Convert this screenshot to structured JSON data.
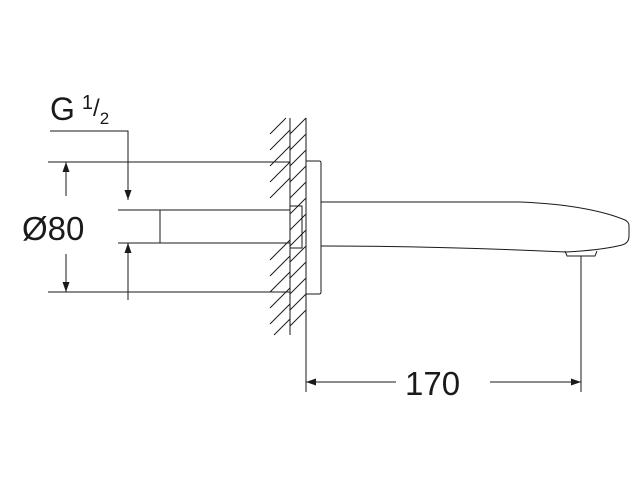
{
  "drawing": {
    "thread_label": {
      "prefix": "G",
      "numerator": "1",
      "slash": "/",
      "denominator": "2"
    },
    "diameter_label": "Ø80",
    "length_label": "170",
    "colors": {
      "line": "#1a1a1a",
      "background": "#ffffff"
    }
  }
}
